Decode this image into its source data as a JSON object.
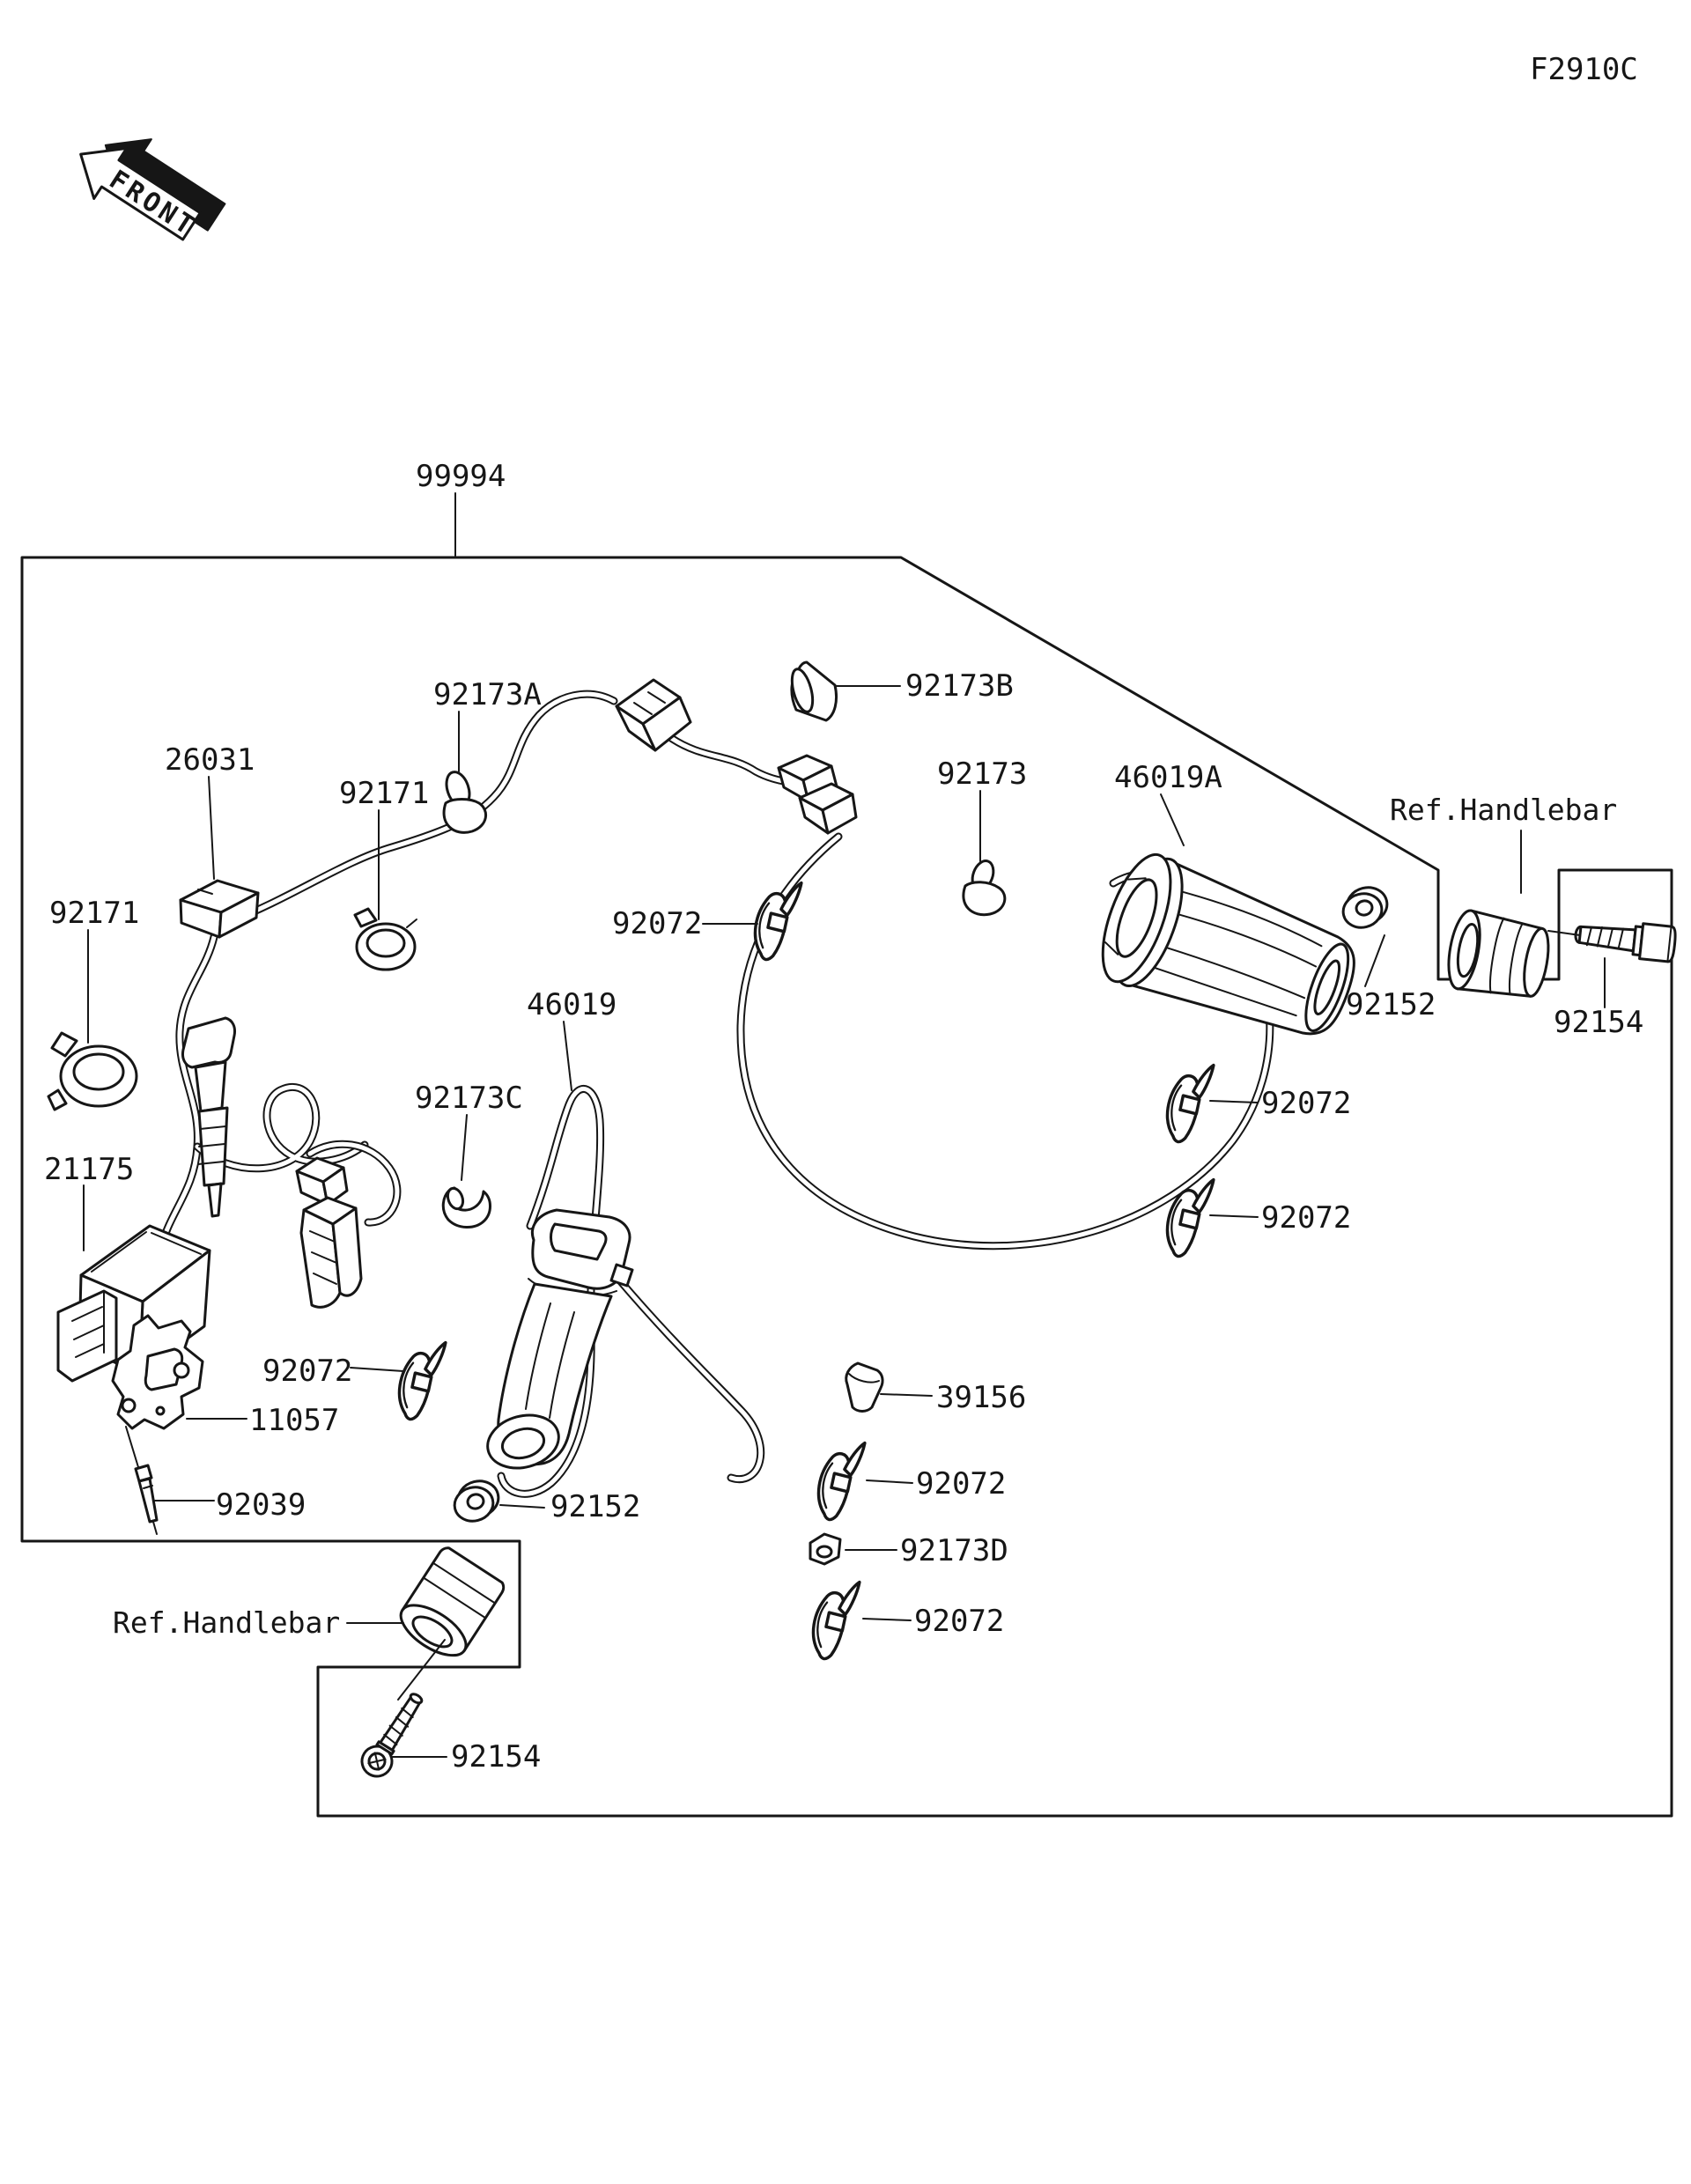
{
  "drawing": {
    "code": "F2910C",
    "front_label": "FRONT"
  },
  "colors": {
    "line": "#161616",
    "background": "#ffffff"
  },
  "callouts": [
    {
      "label": "99994"
    },
    {
      "label": "92173A"
    },
    {
      "label": "92173B"
    },
    {
      "label": "26031"
    },
    {
      "label": "92171"
    },
    {
      "label": "92173"
    },
    {
      "label": "46019A"
    },
    {
      "label": "Ref.Handlebar"
    },
    {
      "label": "92171"
    },
    {
      "label": "92072"
    },
    {
      "label": "92152"
    },
    {
      "label": "92154"
    },
    {
      "label": "46019"
    },
    {
      "label": "92173C"
    },
    {
      "label": "92072"
    },
    {
      "label": "92072"
    },
    {
      "label": "21175"
    },
    {
      "label": "92072"
    },
    {
      "label": "11057"
    },
    {
      "label": "39156"
    },
    {
      "label": "92072"
    },
    {
      "label": "92039"
    },
    {
      "label": "92152"
    },
    {
      "label": "92173D"
    },
    {
      "label": "92072"
    },
    {
      "label": "Ref.Handlebar"
    },
    {
      "label": "92154"
    }
  ]
}
